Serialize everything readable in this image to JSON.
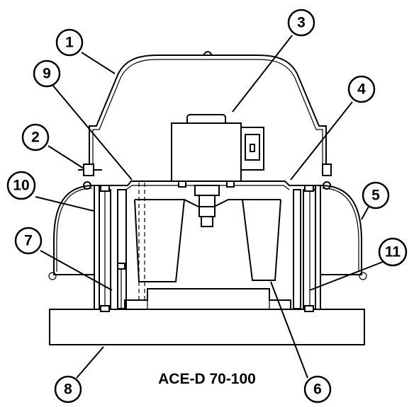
{
  "diagram": {
    "title": "ACE-D 70-100",
    "callouts": [
      {
        "id": "1",
        "label": "1"
      },
      {
        "id": "2",
        "label": "2"
      },
      {
        "id": "3",
        "label": "3"
      },
      {
        "id": "4",
        "label": "4"
      },
      {
        "id": "5",
        "label": "5"
      },
      {
        "id": "6",
        "label": "6"
      },
      {
        "id": "7",
        "label": "7"
      },
      {
        "id": "8",
        "label": "8"
      },
      {
        "id": "9",
        "label": "9"
      },
      {
        "id": "10",
        "label": "10"
      },
      {
        "id": "11",
        "label": "11"
      }
    ]
  }
}
